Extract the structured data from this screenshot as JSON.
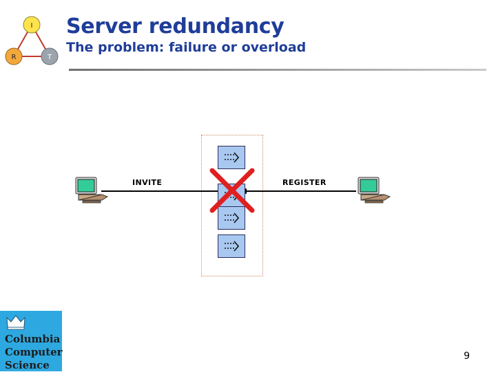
{
  "slide": {
    "title": "Server redundancy",
    "subtitle": "The problem: failure or overload",
    "page_number": "9"
  },
  "logo": {
    "node_i": "I",
    "node_r": "R",
    "node_t": "T",
    "colors": {
      "node_i_fill": "#FFE34D",
      "node_r_fill": "#F2A93B",
      "node_t_fill": "#9BA4AD",
      "edge": "#C0392B"
    }
  },
  "diagram": {
    "label_invite": "INVITE",
    "label_register": "REGISTER",
    "server_count": 4,
    "colors": {
      "server_fill": "#A8C8F0",
      "server_border": "#2A2A5A",
      "cross": "#E02020",
      "group_border": "#CC8866",
      "line": "#000000"
    },
    "icons": {
      "left_endpoint": "desktop-computer-icon",
      "right_endpoint": "desktop-computer-icon",
      "server": "server-stack-icon",
      "failure": "red-cross-icon"
    }
  },
  "footer": {
    "org_line1": "Columbia",
    "org_line2": "Computer",
    "org_line3": "Science",
    "crown_icon": "columbia-crown-icon",
    "background": "#2EA8E0"
  }
}
